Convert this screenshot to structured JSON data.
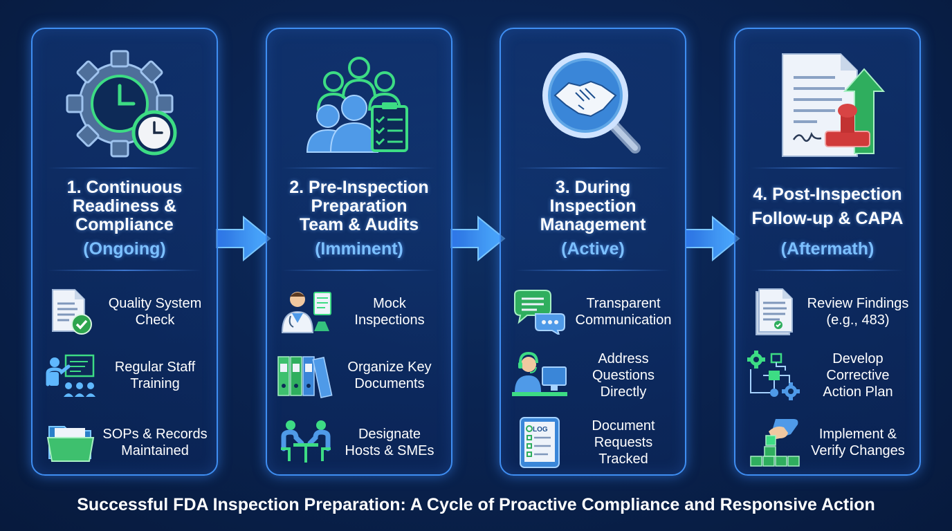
{
  "panels": [
    {
      "title_lines": [
        "1. Continuous",
        "Readiness &",
        "Compliance"
      ],
      "phase": "(Ongoing)",
      "hero_icon": "gear-clock-icon",
      "items": [
        {
          "lines": [
            "Quality System",
            "Check"
          ],
          "icon": "document-check-icon"
        },
        {
          "lines": [
            "Regular Staff",
            "Training"
          ],
          "icon": "training-presentation-icon"
        },
        {
          "lines": [
            "SOPs & Records",
            "Maintained"
          ],
          "icon": "folder-icon"
        }
      ]
    },
    {
      "title_lines": [
        "2. Pre-Inspection",
        "Preparation",
        "Team & Audits"
      ],
      "phase": "(Imminent)",
      "hero_icon": "team-checklist-icon",
      "items": [
        {
          "lines": [
            "Mock",
            "Inspections"
          ],
          "icon": "doctor-clipboard-icon"
        },
        {
          "lines": [
            "Organize Key",
            "Documents"
          ],
          "icon": "binders-icon"
        },
        {
          "lines": [
            "Designate",
            "Hosts & SMEs"
          ],
          "icon": "meeting-table-icon"
        }
      ]
    },
    {
      "title_lines": [
        "3. During",
        "Inspection",
        "Management"
      ],
      "phase": "(Active)",
      "hero_icon": "handshake-magnifier-icon",
      "items": [
        {
          "lines": [
            "Transparent",
            "Communication"
          ],
          "icon": "chat-bubbles-icon"
        },
        {
          "lines": [
            "Address",
            "Questions",
            "Directly"
          ],
          "icon": "support-agent-icon"
        },
        {
          "lines": [
            "Document",
            "Requests",
            "Tracked"
          ],
          "icon": "log-tablet-icon",
          "icon_text": "LOG"
        }
      ]
    },
    {
      "title_lines": [
        "4. Post-Inspection",
        "Follow-up & CAPA"
      ],
      "phase": "(Aftermath)",
      "hero_icon": "document-stamp-arrow-icon",
      "items": [
        {
          "lines": [
            "Review Findings",
            "(e.g., 483)"
          ],
          "icon": "document-review-icon"
        },
        {
          "lines": [
            "Develop",
            "Corrective",
            "Action Plan"
          ],
          "icon": "process-flow-icon"
        },
        {
          "lines": [
            "Implement &",
            "Verify Changes"
          ],
          "icon": "hand-blocks-icon"
        }
      ]
    }
  ],
  "footer": "Successful FDA Inspection Preparation: A Cycle of Proactive Compliance and Responsive Action",
  "colors": {
    "panel_border": "#3f8ef2",
    "phase_text": "#7cc0ff",
    "accent_green": "#3ddc84",
    "background": "#0a2350"
  }
}
